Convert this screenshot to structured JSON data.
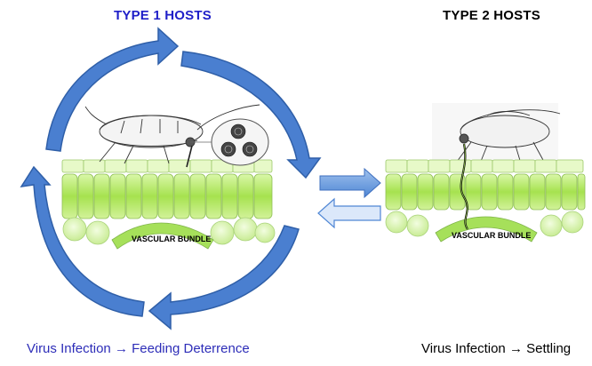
{
  "left_panel": {
    "title": "TYPE 1 HOSTS",
    "vascular_label": "VASCULAR BUNDLE",
    "caption": "Virus Infection → Feeding Deterrence"
  },
  "right_panel": {
    "title": "TYPE 2 HOSTS",
    "vascular_label": "VASCULAR BUNDLE",
    "caption": "Virus Infection → Settling"
  },
  "colors": {
    "cycle_arrow": "#4a7fd0",
    "leaf_green": "#b6ea66",
    "title_blue": "#1f1fc8"
  }
}
